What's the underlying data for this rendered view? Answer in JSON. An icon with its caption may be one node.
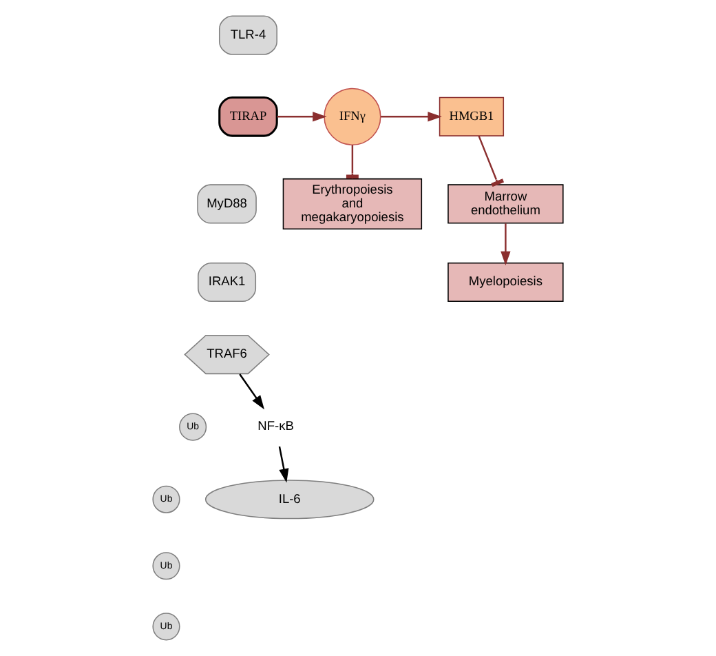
{
  "diagram": {
    "nodes": [
      {
        "text": [
          "TLR-4"
        ]
      },
      {
        "text": [
          "TIRAP"
        ]
      },
      {
        "text": [
          "MyD88"
        ]
      },
      {
        "text": [
          "IRAK1"
        ]
      },
      {
        "text": [
          "TRAF6"
        ]
      },
      {
        "text": [
          "Ub"
        ]
      },
      {
        "text": [
          "Ub"
        ]
      },
      {
        "text": [
          "Ub"
        ]
      },
      {
        "text": [
          "Ub"
        ]
      },
      {
        "text": [
          "NF-κB"
        ]
      },
      {
        "text": [
          "IL-6"
        ]
      },
      {
        "text": [
          "IFNγ"
        ]
      },
      {
        "text": [
          "HMGB1"
        ]
      },
      {
        "text": [
          "Marrow endothelium"
        ]
      },
      {
        "text": [
          "Erythropoiesis and megakaryopoiesis"
        ]
      },
      {
        "text": [
          "Myelopoiesis"
        ]
      }
    ],
    "edges": [
      {
        "from": 1,
        "to": 11,
        "arrow": "to"
      },
      {
        "from": 11,
        "to": 12,
        "arrow": "to"
      },
      {
        "from": 11,
        "to": 14,
        "arrow": "other"
      },
      {
        "from": 12,
        "to": 13,
        "arrow": "other"
      },
      {
        "from": 13,
        "to": 15,
        "arrow": "to"
      },
      {
        "from": 4,
        "to": 9,
        "arrow": "to",
        "color": "#000000"
      },
      {
        "from": 9,
        "to": 10,
        "arrow": "to",
        "color": "#000000"
      }
    ]
  }
}
